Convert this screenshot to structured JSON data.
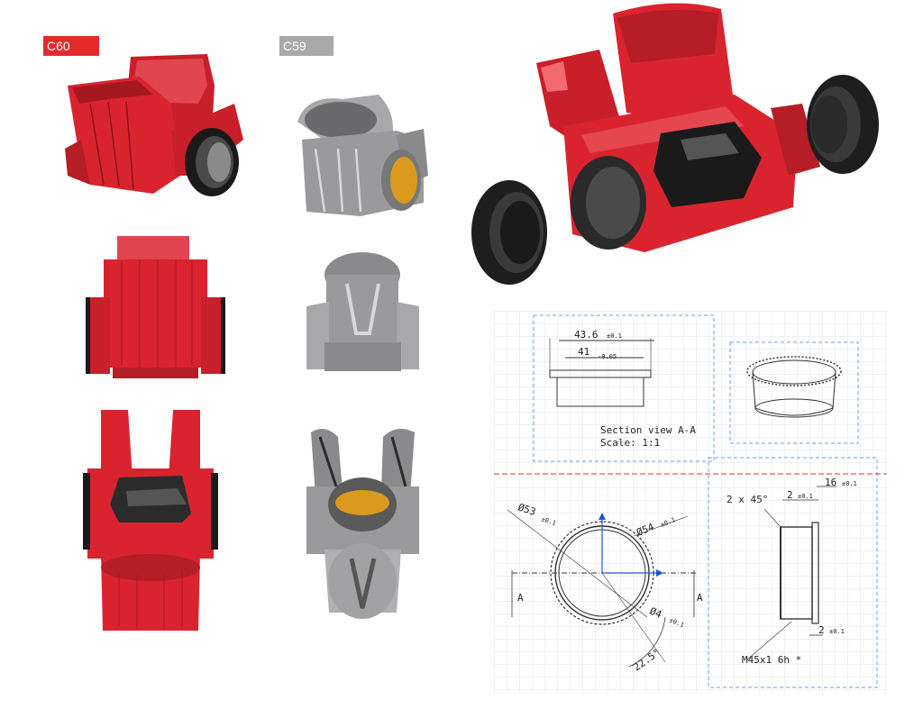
{
  "labels": {
    "c60": {
      "text": "C60",
      "color": "#e32b2b"
    },
    "c59": {
      "text": "C59",
      "color": "#a9a9ab"
    }
  },
  "colors": {
    "red_frame": "#d9242f",
    "red_dark": "#8c1017",
    "red_light": "#f26a70",
    "grey_frame": "#9a9a9c",
    "grey_light": "#d8d8da",
    "gold": "#d99a1e",
    "cup_black": "#1e1e1e",
    "grid": "#e3e3e3",
    "view_border": "#6aa2e0",
    "section_line": "#e53935",
    "axis_blue": "#1a55e0"
  },
  "drawing": {
    "top_dim_outer": "43.6",
    "top_dim_outer_tol": "±0.1",
    "top_dim_inner": "41",
    "top_dim_inner_tol": "-0.05",
    "section_view": "Section view A-A",
    "scale": "Scale:  1:1",
    "dia_53": "Ø53",
    "dia_53_tol": "±0.1",
    "dia_54": "Ø54",
    "dia_54_tol": "±0.1",
    "dia_4": "Ø4",
    "dia_4_tol": "±0.1",
    "angle": "22.5°",
    "chamfer": "2 x 45°",
    "dim_2_top": "2",
    "dim_2_top_tol": "±0.1",
    "dim_16": "16",
    "dim_16_tol": "±0.1",
    "dim_2_bottom": "2",
    "dim_2_bottom_tol": "±0.1",
    "thread": "M45x1 6h *",
    "section_mark_left": "A",
    "section_mark_right": "A"
  }
}
